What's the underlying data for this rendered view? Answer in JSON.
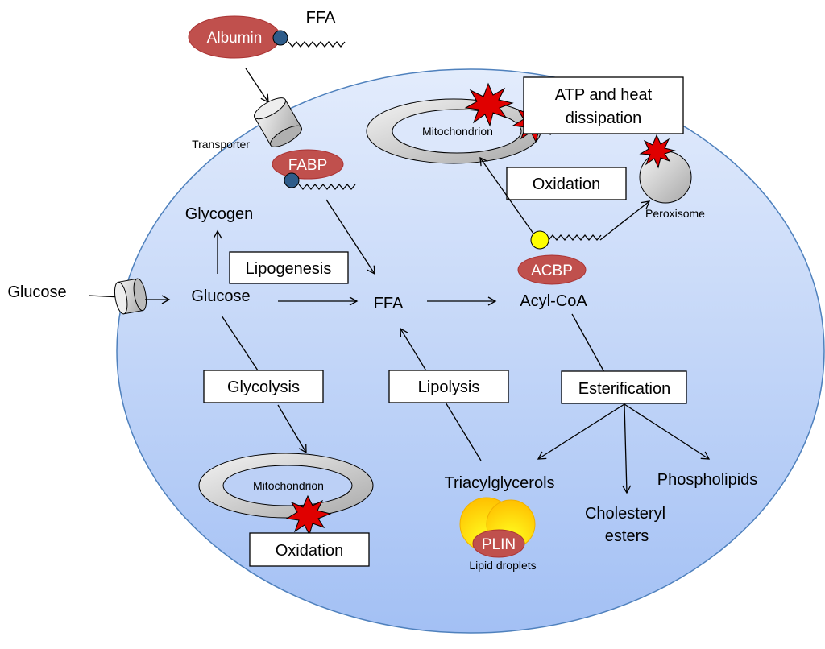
{
  "labels": {
    "albumin": "Albumin",
    "ffa_top": "FFA",
    "transporter": "Transporter",
    "fabp": "FABP",
    "glucose_outside": "Glucose",
    "glycogen": "Glycogen",
    "glucose": "Glucose",
    "lipogenesis": "Lipogenesis",
    "ffa": "FFA",
    "acyl_coa": "Acyl-CoA",
    "acbp": "ACBP",
    "mitochondrion_top": "Mitochondrion",
    "atp_line1": "ATP and heat",
    "atp_line2": "dissipation",
    "oxidation_top": "Oxidation",
    "peroxisome": "Peroxisome",
    "glycolysis": "Glycolysis",
    "lipolysis": "Lipolysis",
    "esterification": "Esterification",
    "mitochondrion_bottom": "Mitochondrion",
    "oxidation_bottom": "Oxidation",
    "triacylglycerols": "Triacylglycerols",
    "plin": "PLIN",
    "lipid_droplets": "Lipid droplets",
    "cholesteryl_line1": "Cholesteryl",
    "cholesteryl_line2": "esters",
    "phospholipids": "Phospholipids"
  },
  "colors": {
    "protein": "#c0504d",
    "ffa_head": "#2e5c8a",
    "acyl_head": "#ffff00",
    "cell_top": "#dce8fb",
    "cell_bottom": "#a6c3f5",
    "burst": "#e00000",
    "droplet": "#ffc000"
  }
}
